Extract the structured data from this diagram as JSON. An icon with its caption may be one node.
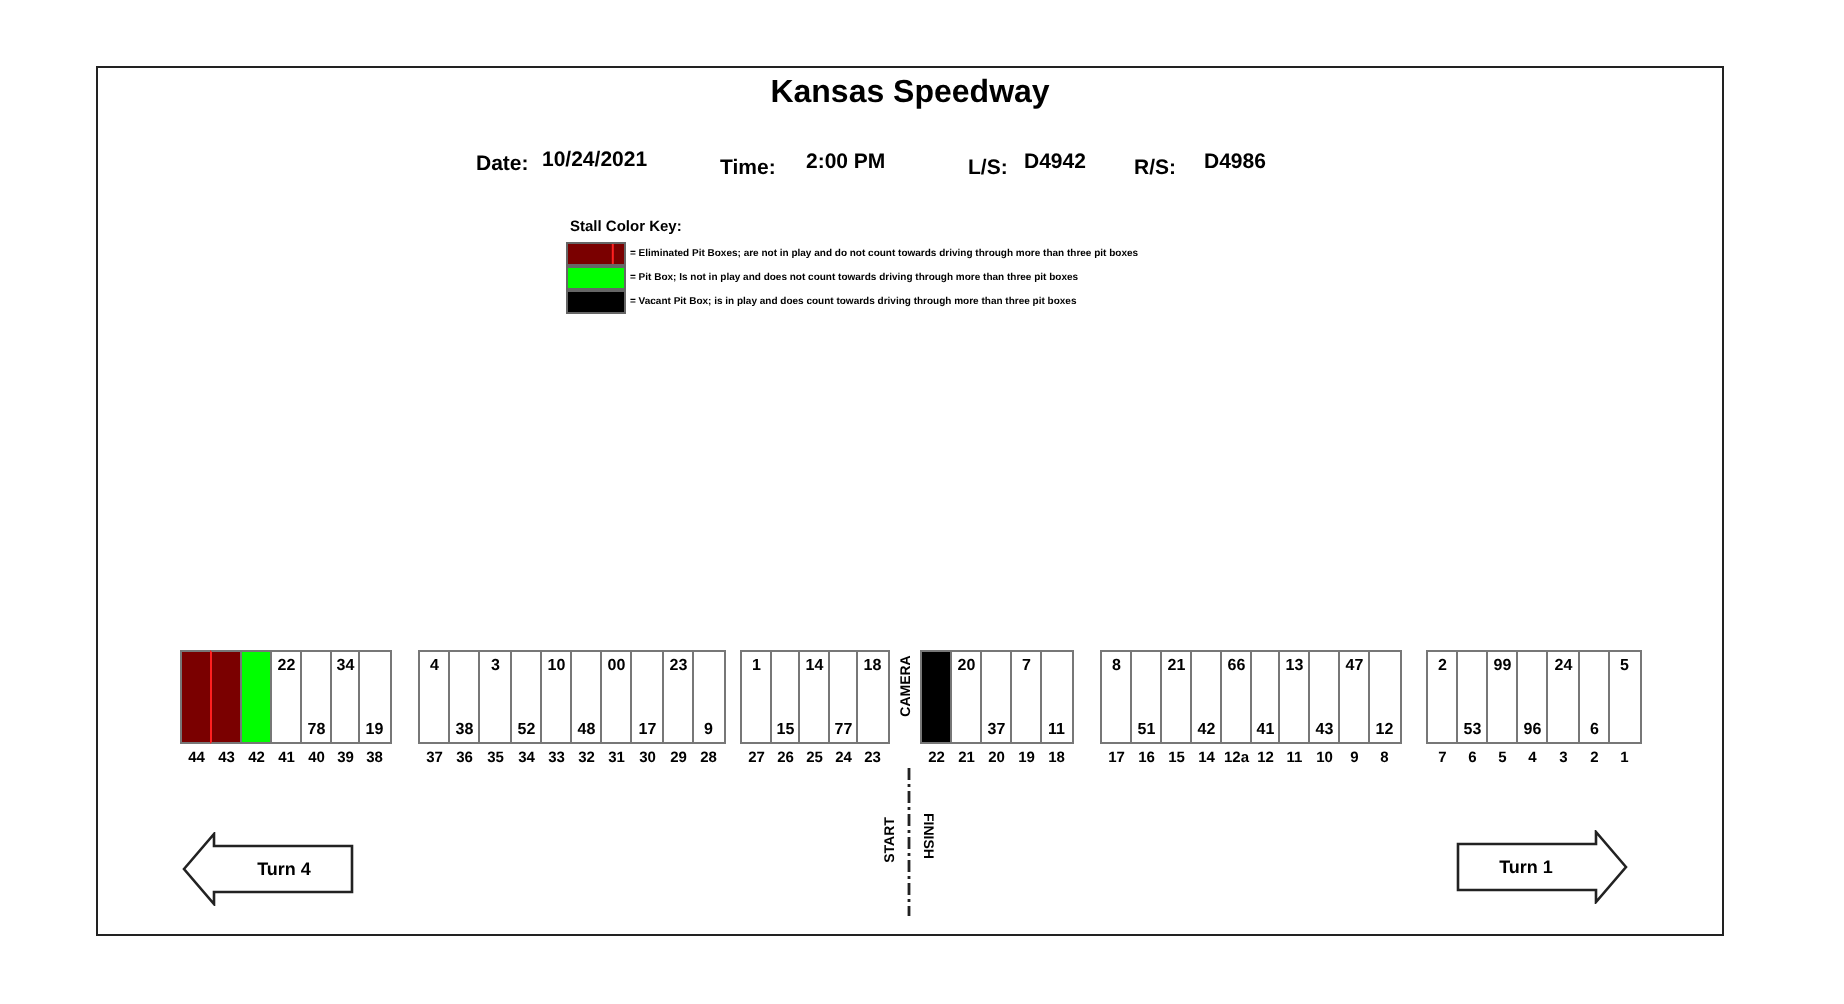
{
  "diagram": {
    "title": "Kansas Speedway",
    "nodes": [
      {
        "text": [],
        "shape": "box",
        "beside": [
          "44"
        ]
      },
      {
        "text": [],
        "shape": "box",
        "beside": [
          "43"
        ]
      },
      {
        "text": [],
        "shape": "box",
        "beside": [
          "42"
        ]
      },
      {
        "text": [
          "22"
        ],
        "beside": [
          "41"
        ]
      },
      {
        "text": [
          "78"
        ],
        "beside": [
          "40"
        ]
      },
      {
        "text": [
          "34"
        ],
        "beside": [
          "39"
        ]
      },
      {
        "text": [
          "19"
        ],
        "beside": [
          "38"
        ]
      },
      {
        "text": [
          "4"
        ],
        "beside": [
          "37"
        ]
      },
      {
        "text": [
          "38"
        ],
        "beside": [
          "36"
        ]
      },
      {
        "text": [
          "3"
        ],
        "beside": [
          "35"
        ]
      },
      {
        "text": [
          "52"
        ],
        "beside": [
          "34"
        ]
      },
      {
        "text": [
          "10"
        ],
        "beside": [
          "33"
        ]
      },
      {
        "text": [
          "48"
        ],
        "beside": [
          "32"
        ]
      },
      {
        "text": [
          "00"
        ],
        "beside": [
          "31"
        ]
      },
      {
        "text": [
          "17"
        ],
        "beside": [
          "30"
        ]
      },
      {
        "text": [
          "23"
        ],
        "beside": [
          "29"
        ]
      },
      {
        "text": [
          "9"
        ],
        "beside": [
          "28"
        ]
      },
      {
        "text": [
          "1"
        ],
        "beside": [
          "27"
        ]
      },
      {
        "text": [
          "15"
        ],
        "beside": [
          "26"
        ]
      },
      {
        "text": [
          "14"
        ],
        "beside": [
          "25"
        ]
      },
      {
        "text": [
          "77"
        ],
        "beside": [
          "24"
        ]
      },
      {
        "text": [
          "18"
        ],
        "beside": [
          "23"
        ]
      },
      {
        "text": [],
        "shape": "box",
        "beside": [
          "22"
        ]
      },
      {
        "text": [
          "20"
        ],
        "beside": [
          "21"
        ]
      },
      {
        "text": [
          "37"
        ],
        "beside": [
          "20"
        ]
      },
      {
        "text": [
          "7"
        ],
        "beside": [
          "19"
        ]
      },
      {
        "text": [
          "11"
        ],
        "beside": [
          "18"
        ]
      },
      {
        "text": [
          "8"
        ],
        "beside": [
          "17"
        ]
      },
      {
        "text": [
          "51"
        ],
        "beside": [
          "16"
        ]
      },
      {
        "text": [
          "21"
        ],
        "beside": [
          "15"
        ]
      },
      {
        "text": [
          "42"
        ],
        "beside": [
          "14"
        ]
      },
      {
        "text": [
          "66"
        ],
        "beside": [
          "12a"
        ]
      },
      {
        "text": [
          "41"
        ],
        "beside": [
          "12"
        ]
      },
      {
        "text": [
          "13"
        ],
        "beside": [
          "11"
        ]
      },
      {
        "text": [
          "43"
        ],
        "beside": [
          "10"
        ]
      },
      {
        "text": [
          "47"
        ],
        "beside": [
          "9"
        ]
      },
      {
        "text": [
          "12"
        ],
        "beside": [
          "8"
        ]
      },
      {
        "text": [
          "2"
        ],
        "beside": [
          "7"
        ]
      },
      {
        "text": [
          "53"
        ],
        "beside": [
          "6"
        ]
      },
      {
        "text": [
          "99"
        ],
        "beside": [
          "5"
        ]
      },
      {
        "text": [
          "96"
        ],
        "beside": [
          "4"
        ]
      },
      {
        "text": [
          "24"
        ],
        "beside": [
          "3"
        ]
      },
      {
        "text": [
          "6"
        ],
        "beside": [
          "2"
        ]
      },
      {
        "text": [
          "5"
        ],
        "beside": [
          "1"
        ]
      },
      {
        "text": [
          "Turn 4"
        ]
      },
      {
        "text": [
          "Turn 1"
        ]
      }
    ],
    "labels": [
      "Date:",
      "10/24/2021",
      "Time:",
      "2:00 PM",
      "L/S:",
      "D4942",
      "R/S:",
      "D4986",
      "Stall Color Key:",
      "CAMERA",
      "START",
      "FINISH"
    ],
    "legend": [
      {
        "text": "= Eliminated Pit Boxes; are not in play and do not count towards driving through more than three pit boxes",
        "color": "#7a0000"
      },
      {
        "text": "= Pit Box; Is not in play and does not count towards driving through more than three pit boxes",
        "color": "#00ff00"
      },
      {
        "text": "= Vacant Pit Box; is in play and does count towards driving through more than three pit boxes",
        "color": "#000000"
      }
    ]
  }
}
